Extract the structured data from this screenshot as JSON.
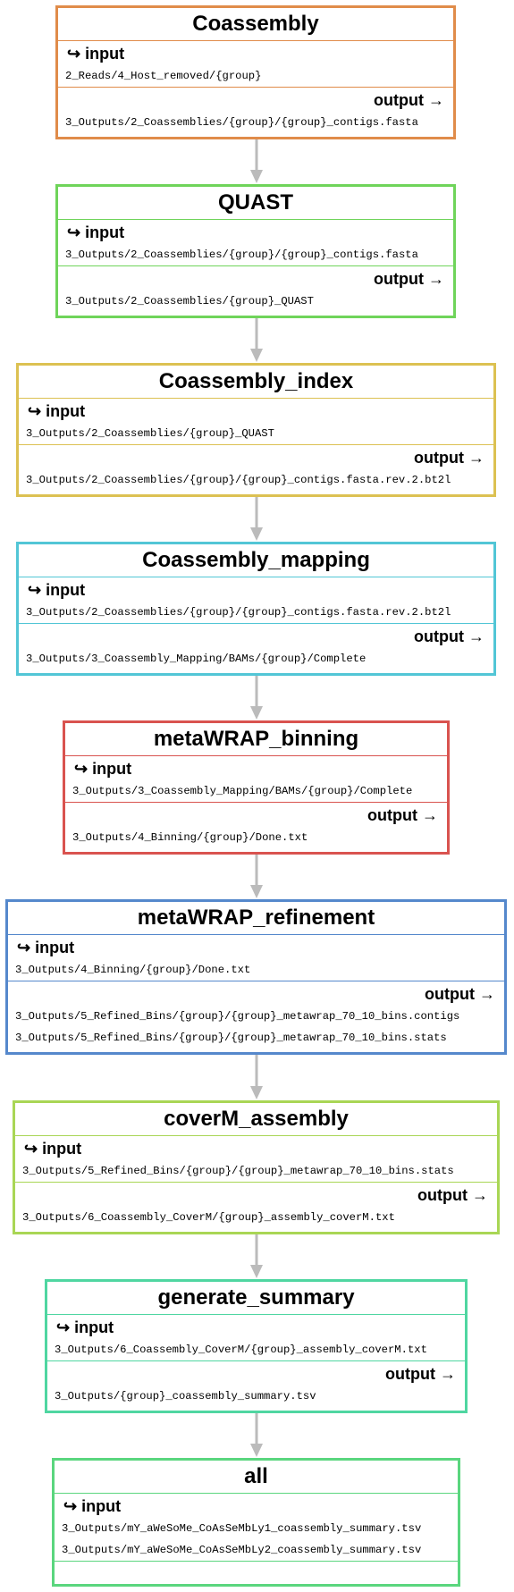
{
  "input_header": "↪ input",
  "output_header": "output →",
  "nodes": [
    {
      "id": "coassembly",
      "title": "Coassembly",
      "color": "#e08c4a",
      "inputs": [
        "2_Reads/4_Host_removed/{group}"
      ],
      "outputs": [
        "3_Outputs/2_Coassemblies/{group}/{group}_contigs.fasta"
      ]
    },
    {
      "id": "quast",
      "title": "QUAST",
      "color": "#6fd45a",
      "inputs": [
        "3_Outputs/2_Coassemblies/{group}/{group}_contigs.fasta"
      ],
      "outputs": [
        "3_Outputs/2_Coassemblies/{group}_QUAST"
      ]
    },
    {
      "id": "coassembly-index",
      "title": "Coassembly_index",
      "color": "#dcc152",
      "inputs": [
        "3_Outputs/2_Coassemblies/{group}_QUAST"
      ],
      "outputs": [
        "3_Outputs/2_Coassemblies/{group}/{group}_contigs.fasta.rev.2.bt2l"
      ]
    },
    {
      "id": "coassembly-mapping",
      "title": "Coassembly_mapping",
      "color": "#52c6d6",
      "inputs": [
        "3_Outputs/2_Coassemblies/{group}/{group}_contigs.fasta.rev.2.bt2l"
      ],
      "outputs": [
        "3_Outputs/3_Coassembly_Mapping/BAMs/{group}/Complete"
      ]
    },
    {
      "id": "metawrap-binning",
      "title": "metaWRAP_binning",
      "color": "#d9534f",
      "inputs": [
        "3_Outputs/3_Coassembly_Mapping/BAMs/{group}/Complete"
      ],
      "outputs": [
        "3_Outputs/4_Binning/{group}/Done.txt"
      ]
    },
    {
      "id": "metawrap-refinement",
      "title": "metaWRAP_refinement",
      "color": "#5588cc",
      "inputs": [
        "3_Outputs/4_Binning/{group}/Done.txt"
      ],
      "outputs": [
        "3_Outputs/5_Refined_Bins/{group}/{group}_metawrap_70_10_bins.contigs",
        "3_Outputs/5_Refined_Bins/{group}/{group}_metawrap_70_10_bins.stats"
      ]
    },
    {
      "id": "coverm-assembly",
      "title": "coverM_assembly",
      "color": "#a9d655",
      "inputs": [
        "3_Outputs/5_Refined_Bins/{group}/{group}_metawrap_70_10_bins.stats"
      ],
      "outputs": [
        "3_Outputs/6_Coassembly_CoverM/{group}_assembly_coverM.txt"
      ]
    },
    {
      "id": "generate-summary",
      "title": "generate_summary",
      "color": "#4fd6a1",
      "inputs": [
        "3_Outputs/6_Coassembly_CoverM/{group}_assembly_coverM.txt"
      ],
      "outputs": [
        "3_Outputs/{group}_coassembly_summary.tsv"
      ]
    },
    {
      "id": "all",
      "title": "all",
      "color": "#5ad67e",
      "inputs": [
        "3_Outputs/mY_aWeSoMe_CoAsSeMbLy1_coassembly_summary.tsv",
        "3_Outputs/mY_aWeSoMe_CoAsSeMbLy2_coassembly_summary.tsv"
      ],
      "outputs": []
    }
  ],
  "edge_color": "#bbbbbb"
}
